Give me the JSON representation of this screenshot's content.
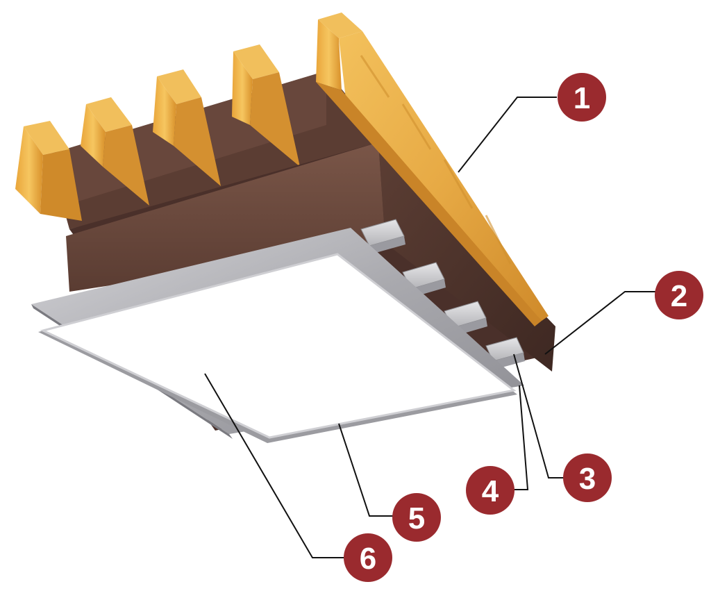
{
  "diagram": {
    "callouts": [
      {
        "number": "1"
      },
      {
        "number": "2"
      },
      {
        "number": "3"
      },
      {
        "number": "4"
      },
      {
        "number": "5"
      },
      {
        "number": "6"
      }
    ]
  },
  "colors": {
    "badge": "#9a2a2e",
    "wood_light": "#f0b84a",
    "wood_mid": "#d9952a",
    "wood_dark": "#b87420",
    "insulation": "#6a4a40",
    "insulation_dark": "#4e342c",
    "foil": "#b9b9bd",
    "board": "#ffffff",
    "leader": "#111111"
  }
}
